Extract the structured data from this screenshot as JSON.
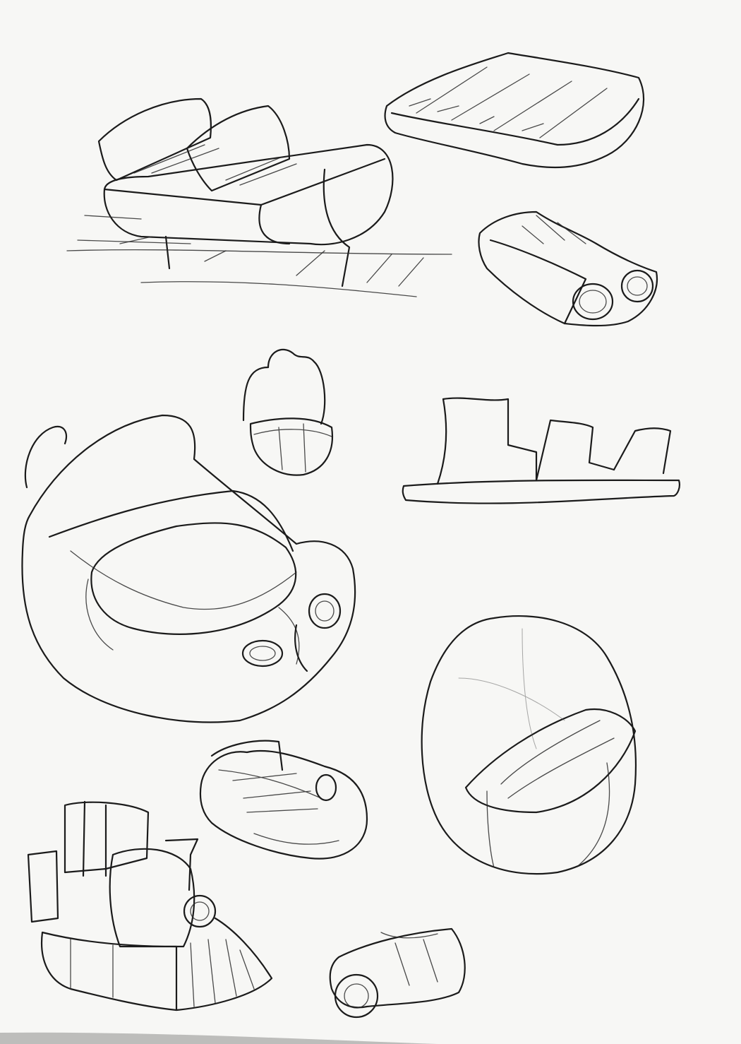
{
  "colors": {
    "paper": "#f7f7f5",
    "ink": "#1b1b1b",
    "edge_shadow": "#bdbdbb"
  },
  "sketches": [
    {
      "id": "sleigh-on-track",
      "icon": "sleigh-sketch"
    },
    {
      "id": "flat-boat",
      "icon": "boat-sketch"
    },
    {
      "id": "small-car-with-headlights",
      "icon": "car-sketch"
    },
    {
      "id": "tulip-seat",
      "icon": "tulip-seat-sketch"
    },
    {
      "id": "track-profile",
      "icon": "track-profile-sketch"
    },
    {
      "id": "large-bumper-car",
      "icon": "bumper-car-sketch"
    },
    {
      "id": "egg-chair",
      "icon": "egg-chair-sketch"
    },
    {
      "id": "small-car-2",
      "icon": "car-sketch"
    },
    {
      "id": "steam-train",
      "icon": "train-sketch"
    },
    {
      "id": "small-train-car",
      "icon": "train-car-sketch"
    }
  ]
}
